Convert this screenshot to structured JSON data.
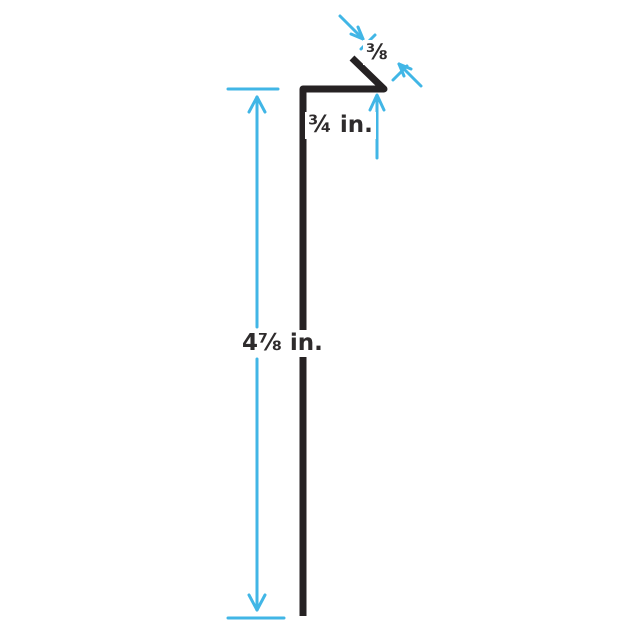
{
  "diagram": {
    "labels": {
      "leg": "4⅞ in.",
      "flange": "¾ in.",
      "hem": "⅜"
    },
    "values_inches": {
      "leg": 4.875,
      "flange": 0.75,
      "hem": 0.375
    },
    "colors": {
      "profile_stroke": "#262223",
      "dimension_accent": "#41b6e6",
      "label_text": "#2e2b2c",
      "background": "#ffffff"
    }
  }
}
